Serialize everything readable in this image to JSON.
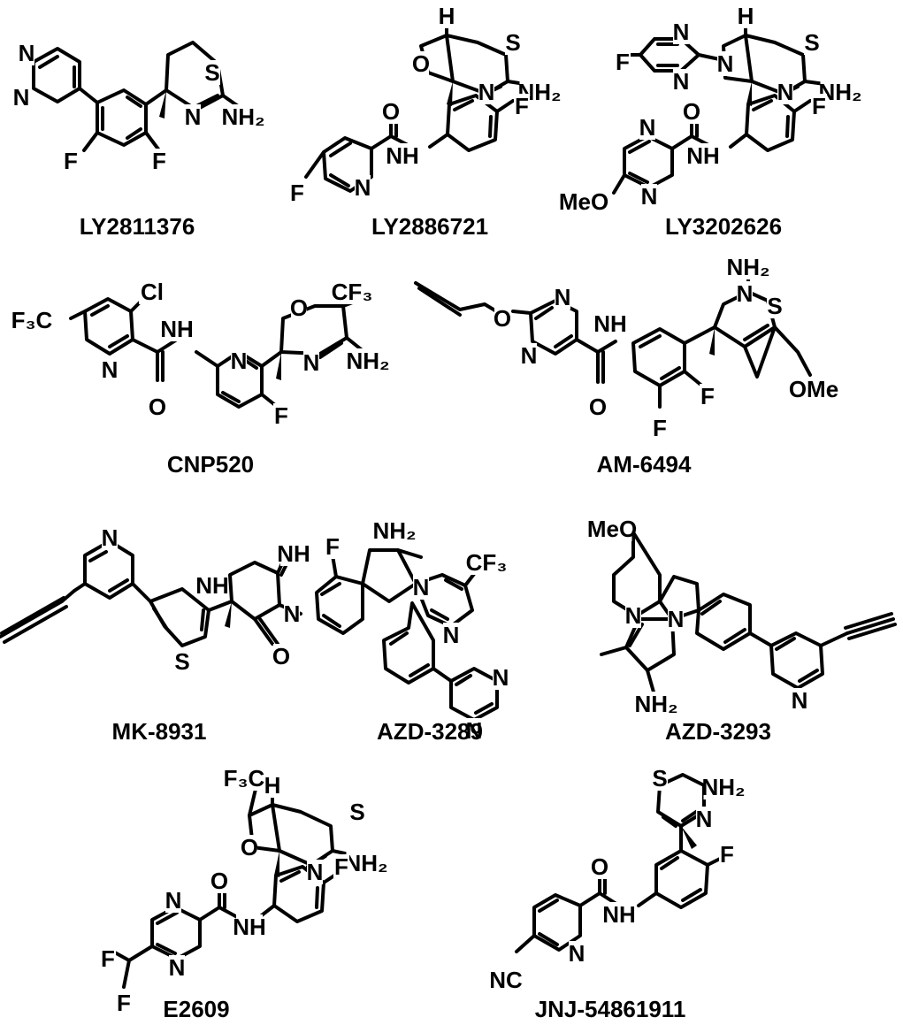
{
  "figure": {
    "compounds": [
      {
        "id": "ly2811376",
        "caption": "LY2811376"
      },
      {
        "id": "ly2886721",
        "caption": "LY2886721"
      },
      {
        "id": "ly3202626",
        "caption": "LY3202626"
      },
      {
        "id": "cnp520",
        "caption": "CNP520"
      },
      {
        "id": "am6494",
        "caption": "AM-6494"
      },
      {
        "id": "mk8931",
        "caption": "MK-8931"
      },
      {
        "id": "azd3289",
        "caption": "AZD-3289"
      },
      {
        "id": "azd3293",
        "caption": "AZD-3293"
      },
      {
        "id": "e2609",
        "caption": "E2609"
      },
      {
        "id": "jnj54861911",
        "caption": "JNJ-54861911"
      }
    ],
    "atom_labels": {
      "N": "N",
      "S": "S",
      "O": "O",
      "F": "F",
      "H": "H",
      "Cl": "Cl",
      "NH2": "NH₂",
      "NH": "NH",
      "CF3": "CF₃",
      "F3C": "F₃C",
      "MeO": "MeO",
      "OMe": "OMe",
      "NC": "NC"
    }
  }
}
